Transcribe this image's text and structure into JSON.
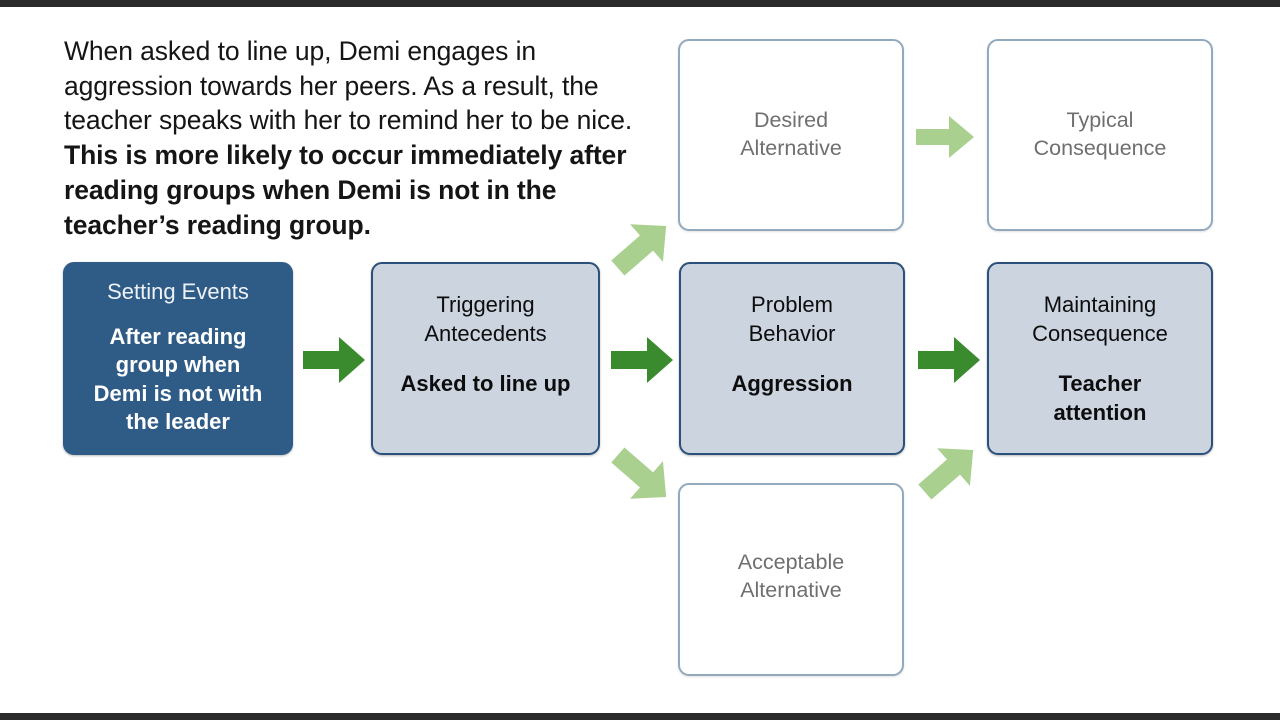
{
  "slide": {
    "narrative": {
      "regular": "When asked to line up, Demi engages in aggression towards her peers. As a result, the teacher speaks with her to remind her to be nice. ",
      "bold": "This is more likely to occur immediately after reading groups when Demi is not in the teacher’s reading group."
    },
    "boxes": {
      "desired_alternative": {
        "title": "Desired\nAlternative",
        "value": ""
      },
      "typical_consequence": {
        "title": "Typical\nConsequence",
        "value": ""
      },
      "setting_events": {
        "title": "Setting Events",
        "value": "After reading group when Demi is not with the leader"
      },
      "triggering_antecedents": {
        "title": "Triggering\nAntecedents",
        "value": "Asked to line up"
      },
      "problem_behavior": {
        "title": "Problem\nBehavior",
        "value": "Aggression"
      },
      "maintaining_consequence": {
        "title": "Maintaining\nConsequence",
        "value": "Teacher attention"
      },
      "acceptable_alternative": {
        "title": "Acceptable\nAlternative",
        "value": ""
      }
    },
    "arrows": [
      {
        "name": "arrow-setting-to-antecedent",
        "style": "primary",
        "direction": "right"
      },
      {
        "name": "arrow-antecedent-to-behavior",
        "style": "primary",
        "direction": "right"
      },
      {
        "name": "arrow-behavior-to-consequence",
        "style": "primary",
        "direction": "right"
      },
      {
        "name": "arrow-antecedent-to-desired",
        "style": "secondary",
        "direction": "up-right"
      },
      {
        "name": "arrow-desired-to-typical",
        "style": "secondary",
        "direction": "right"
      },
      {
        "name": "arrow-antecedent-to-acceptable",
        "style": "secondary",
        "direction": "down-right"
      },
      {
        "name": "arrow-acceptable-to-maintaining",
        "style": "secondary",
        "direction": "up-right"
      }
    ],
    "colors": {
      "background": "#ffffff",
      "setting_fill": "#2f5b87",
      "core_fill": "#ccd4e0",
      "core_border": "#2b5079",
      "ghost_border": "#93a9bd",
      "ghost_text": "#6f6f6f",
      "arrow_primary": "#3a8a2e",
      "arrow_secondary": "#a9d08e",
      "text": "#151515",
      "letterbox": "#2b2b2b"
    }
  }
}
